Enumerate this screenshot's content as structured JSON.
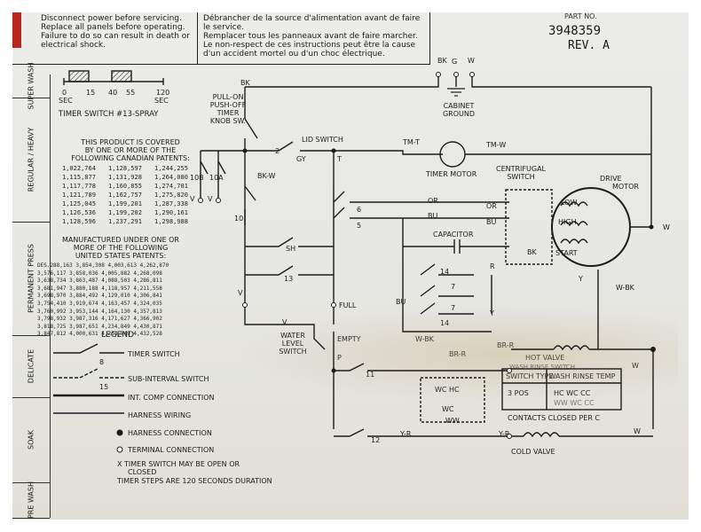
{
  "warning": {
    "en": [
      "Disconnect power before servicing.",
      "Replace all panels before operating.",
      "Failure to do so can result in death or",
      "electrical shock."
    ],
    "fr": [
      "Débrancher de la source d'alimentation avant de faire",
      "le service.",
      "Remplacer tous les panneaux avant de faire marcher.",
      "Le non-respect de ces instructions peut être la cause",
      "d'un accident mortel ou d'un choc électrique."
    ]
  },
  "part": {
    "label": "PART NO.",
    "number": "3948359",
    "revision": "REV. A"
  },
  "cycles": [
    "SUPER WASH",
    "REGULAR / HEAVY",
    "PERMANENT PRESS",
    "DELICATE",
    "SOAK",
    "PRE WASH"
  ],
  "timer_scale": {
    "sec_labels": [
      "0",
      "15",
      "40",
      "55",
      "120"
    ],
    "unit": "SEC",
    "caption": "TIMER SWITCH #13-SPRAY"
  },
  "patents": {
    "canadian_heading": [
      "THIS PRODUCT IS COVERED",
      "BY ONE OR MORE OF THE",
      "FOLLOWING CANADIAN PATENTS:"
    ],
    "canadian": [
      [
        "1,022,764",
        "1,128,597",
        "1,244,255"
      ],
      [
        "1,115,877",
        "1,131,928",
        "1,264,080"
      ],
      [
        "1,117,778",
        "1,160,855",
        "1,274,701"
      ],
      [
        "1,121,789",
        "1,162,757",
        "1,275,820"
      ],
      [
        "1,125,045",
        "1,199,201",
        "1,287,338"
      ],
      [
        "1,126,536",
        "1,199,202",
        "1,290,161"
      ],
      [
        "1,128,596",
        "1,237,291",
        "1,298,988"
      ]
    ],
    "us_heading": [
      "MANUFACTURED UNDER ONE OR",
      "MORE OF THE FOLLOWING",
      "UNITED STATES PATENTS:"
    ],
    "us_lines": [
      "DES.288,163 3,854,308 4,003,613 4,262,870",
      "3,576,117 3,858,036 4,005,882 4,268,098",
      "3,638,734 3,863,487 4,088,503 4,286,811",
      "3,681,947 3,880,188 4,118,957 4,211,558",
      "3,698,970 3,884,492 4,129,010 4,306,841",
      "3,754,410 3,919,674 4,163,457 4,324,035",
      "3,760,992 3,953,144 4,164,130 4,357,813",
      "3,798,932 3,987,316 4,171,627 4,366,902",
      "3,818,725 3,987,651 4,234,849 4,430,871",
      "3,847,812 4,000,631 4,234,849 4,432,528"
    ]
  },
  "legend": {
    "title": "LEGEND",
    "items": [
      "TIMER SWITCH",
      "SUB-INTERVAL SWITCH",
      "INT. COMP CONNECTION",
      "HARNESS WIRING",
      "HARNESS CONNECTION",
      "TERMINAL CONNECTION"
    ],
    "notes": [
      "X TIMER SWITCH MAY BE OPEN OR",
      "CLOSED",
      "TIMER STEPS ARE 120 SECONDS DURATION"
    ]
  },
  "diagram": {
    "pull_on": [
      "PULL-ON",
      "PUSH-OFF",
      "TIMER",
      "KNOB SW."
    ],
    "lid_switch": "LID SWITCH",
    "timer_motor": "TIMER MOTOR",
    "cabinet_ground": [
      "CABINET",
      "GROUND"
    ],
    "centrifugal_switch": [
      "CENTRIFUGAL",
      "SWITCH"
    ],
    "drive_motor": [
      "DRIVE",
      "MOTOR"
    ],
    "motor_windings": [
      "LOW",
      "HIGH",
      "START"
    ],
    "capacitor": "CAPACITOR",
    "water_level_switch": [
      "WATER",
      "LEVEL",
      "SWITCH"
    ],
    "full": "FULL",
    "empty": "EMPTY",
    "hot_valve": "HOT VALVE",
    "cold_valve": "COLD VALVE",
    "wash_table": {
      "headers": [
        "SWITCH TYPE",
        "WASH RINSE TEMP"
      ],
      "rows": [
        [
          "3 POS",
          "HC  WC  CC"
        ],
        [
          "",
          "WW  WC  CC"
        ]
      ],
      "title": "WASH RINSE SWITCH",
      "note": "CONTACTS CLOSED PER C"
    },
    "wash_switch": {
      "hc": "WC HC",
      "wc": "WC",
      "ww": "WW"
    },
    "wire_colors": {
      "bk": "BK",
      "g": "G",
      "w": "W",
      "gy": "GY",
      "t": "T",
      "or": "OR",
      "bu": "BU",
      "r": "R",
      "y": "Y",
      "v": "V",
      "p": "P",
      "bk_w": "BK-W",
      "w_bk": "W-BK",
      "br_r": "BR-R",
      "y_r": "Y-R",
      "tm_t": "TM-T",
      "tm_w": "TM-W"
    },
    "terminals": {
      "t10b": "10B",
      "t10a": "10A",
      "t10": "10",
      "t2": "2",
      "t6": "6",
      "t5": "5",
      "t13": "13",
      "t14": "14",
      "t7": "7",
      "t11": "11",
      "t12": "12",
      "t8": "8",
      "t15": "15",
      "sh": "SH"
    }
  }
}
